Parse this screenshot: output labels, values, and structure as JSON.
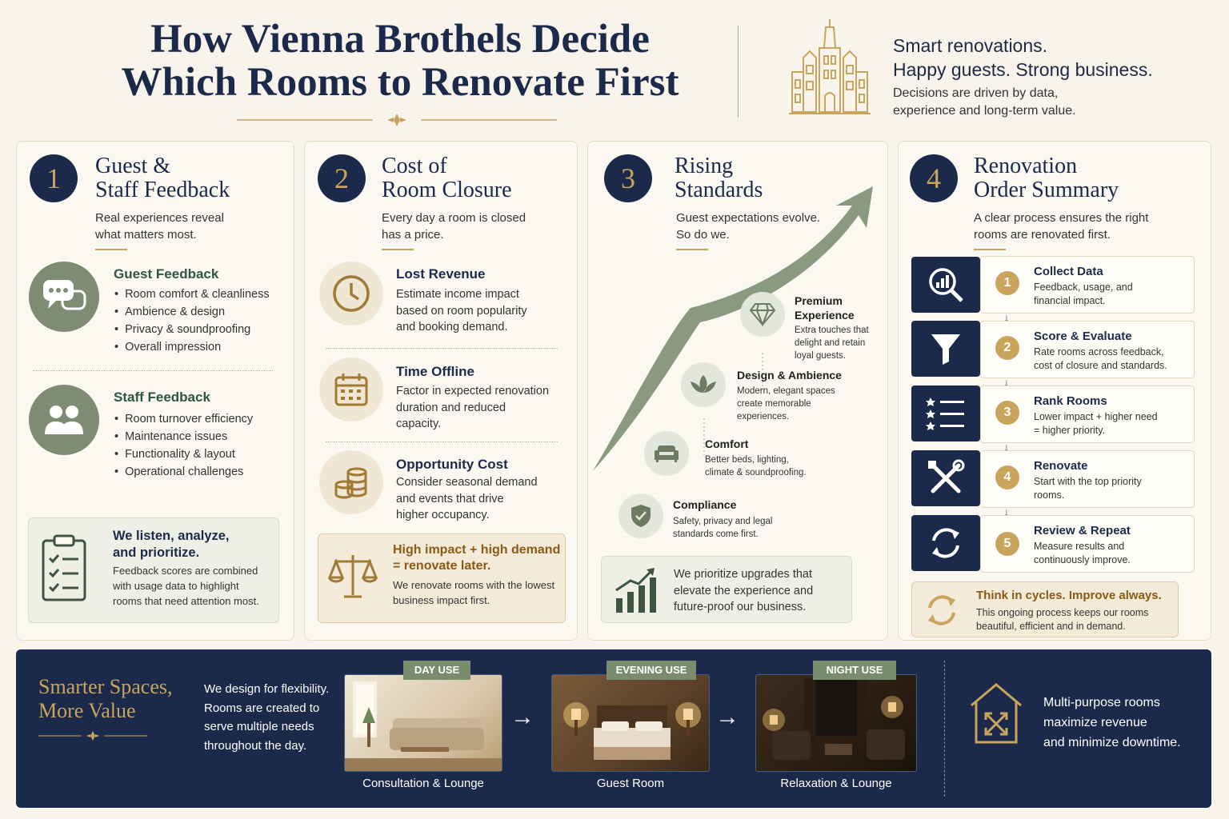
{
  "header": {
    "title_line1": "How Vienna Brothels Decide",
    "title_line2": "Which Rooms to Renovate First",
    "tag_line1": "Smart renovations.",
    "tag_line2": "Happy guests. Strong business.",
    "tag_desc1": "Decisions are driven by data,",
    "tag_desc2": "experience and long-term value."
  },
  "card1": {
    "num": "1",
    "title1": "Guest &",
    "title2": "Staff Feedback",
    "sub1": "Real experiences reveal",
    "sub2": "what matters most.",
    "guest_title": "Guest Feedback",
    "guest_items": [
      "Room comfort & cleanliness",
      "Ambience & design",
      "Privacy & soundproofing",
      "Overall impression"
    ],
    "staff_title": "Staff Feedback",
    "staff_items": [
      "Room turnover efficiency",
      "Maintenance issues",
      "Functionality & layout",
      "Operational challenges"
    ],
    "box_title1": "We listen, analyze,",
    "box_title2": "and prioritize.",
    "box_desc1": "Feedback scores are combined",
    "box_desc2": "with usage data to highlight",
    "box_desc3": "rooms that need attention most."
  },
  "card2": {
    "num": "2",
    "title1": "Cost of",
    "title2": "Room Closure",
    "sub1": "Every day a room is closed",
    "sub2": "has a price.",
    "items": [
      {
        "title": "Lost Revenue",
        "l1": "Estimate income impact",
        "l2": "based on room popularity",
        "l3": "and booking demand."
      },
      {
        "title": "Time Offline",
        "l1": "Factor in expected renovation",
        "l2": "duration and reduced",
        "l3": "capacity."
      },
      {
        "title": "Opportunity Cost",
        "l1": "Consider seasonal demand",
        "l2": "and events that drive",
        "l3": "higher occupancy."
      }
    ],
    "box_title1": "High impact + high demand",
    "box_title2": "= renovate later.",
    "box_desc1": "We renovate rooms with the lowest",
    "box_desc2": "business impact first."
  },
  "card3": {
    "num": "3",
    "title1": "Rising",
    "title2": "Standards",
    "sub1": "Guest expectations evolve.",
    "sub2": "So do we.",
    "levels": [
      {
        "title1": "Premium",
        "title2": "Experience",
        "l1": "Extra touches that",
        "l2": "delight and retain",
        "l3": "loyal guests."
      },
      {
        "title1": "Design & Ambience",
        "title2": "",
        "l1": "Modern, elegant spaces",
        "l2": "create memorable",
        "l3": "experiences."
      },
      {
        "title1": "Comfort",
        "title2": "",
        "l1": "Better beds, lighting,",
        "l2": "climate & soundproofing.",
        "l3": ""
      },
      {
        "title1": "Compliance",
        "title2": "",
        "l1": "Safety, privacy and legal",
        "l2": "standards come first.",
        "l3": ""
      }
    ],
    "box_l1": "We prioritize upgrades that",
    "box_l2": "elevate the experience and",
    "box_l3": "future-proof our business."
  },
  "card4": {
    "num": "4",
    "title1": "Renovation",
    "title2": "Order Summary",
    "sub1": "A clear process ensures the right",
    "sub2": "rooms are renovated first.",
    "steps": [
      {
        "n": "1",
        "title": "Collect Data",
        "l1": "Feedback, usage, and",
        "l2": "financial impact."
      },
      {
        "n": "2",
        "title": "Score & Evaluate",
        "l1": "Rate rooms across feedback,",
        "l2": "cost of closure and standards."
      },
      {
        "n": "3",
        "title": "Rank Rooms",
        "l1": "Lower impact + higher need",
        "l2": "= higher priority."
      },
      {
        "n": "4",
        "title": "Renovate",
        "l1": "Start with the top priority",
        "l2": "rooms."
      },
      {
        "n": "5",
        "title": "Review & Repeat",
        "l1": "Measure results and",
        "l2": "continuously improve."
      }
    ],
    "box_title": "Think in cycles. Improve always.",
    "box_l1": "This ongoing process keeps our rooms",
    "box_l2": "beautiful, efficient and in demand."
  },
  "banner": {
    "title1": "Smarter Spaces,",
    "title2": "More Value",
    "desc": [
      "We design for flexibility.",
      "Rooms are created to",
      "serve multiple needs",
      "throughout the day."
    ],
    "photos": [
      {
        "tag": "DAY USE",
        "caption": "Consultation & Lounge"
      },
      {
        "tag": "EVENING USE",
        "caption": "Guest Room"
      },
      {
        "tag": "NIGHT USE",
        "caption": "Relaxation & Lounge"
      }
    ],
    "right": [
      "Multi-purpose rooms",
      "maximize revenue",
      "and minimize downtime."
    ]
  }
}
